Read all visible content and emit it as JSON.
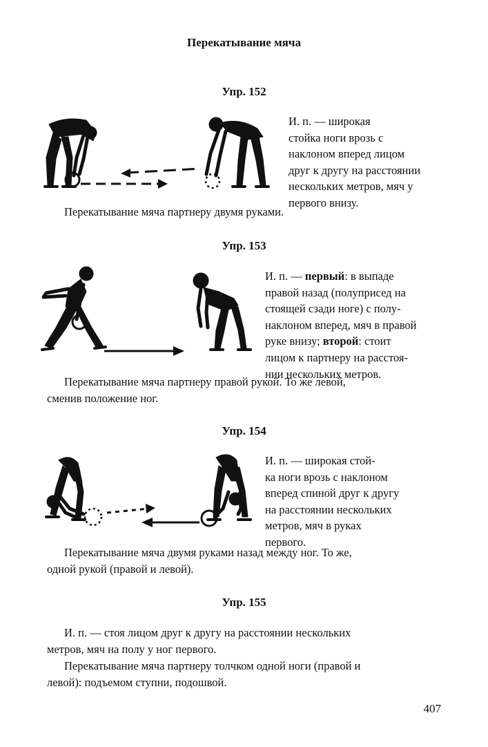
{
  "page_title": "Перекатывание мяча",
  "exercises": [
    {
      "title": "Упр. 152",
      "side_lines": [
        "И. п. — широкая",
        "стойка ноги врозь с",
        "наклоном вперед лицом",
        "друг к другу на расстоянии",
        "нескольких метров, мяч у",
        "первого внизу."
      ],
      "description_lines": [
        "Перекатывание мяча партнеру двумя руками."
      ]
    },
    {
      "title": "Упр. 153",
      "side_lines": [
        "И. п. — первый: в выпаде",
        "правой назад (полуприсед на",
        "стоящей сзади ноге) с полу-",
        "наклоном вперед, мяч в правой",
        "руке внизу; второй: стоит",
        "лицом к партнеру на расстоя-",
        "нии нескольких метров."
      ],
      "bold_words": [
        "первый",
        "второй"
      ],
      "description_lines": [
        "Перекатывание мяча партнеру правой рукой. То же левой,",
        "сменив положение ног."
      ]
    },
    {
      "title": "Упр. 154",
      "side_lines": [
        "И. п. — широкая стой-",
        "ка ноги врозь с наклоном",
        "вперед спиной друг к другу",
        "на расстоянии нескольких",
        "метров, мяч в руках",
        "первого."
      ],
      "description_lines": [
        "Перекатывание мяча двумя руками назад между ног. То же,",
        "одной рукой (правой и левой)."
      ]
    },
    {
      "title": "Упр. 155",
      "paragraphs": [
        [
          "И. п. — стоя лицом друг к другу на расстоянии нескольких",
          "метров, мяч на полу у ног первого."
        ],
        [
          "Перекатывание мяча партнеру толчком одной ноги (правой и",
          "левой): подъемом ступни, подошвой."
        ]
      ]
    }
  ],
  "page_number": "407"
}
